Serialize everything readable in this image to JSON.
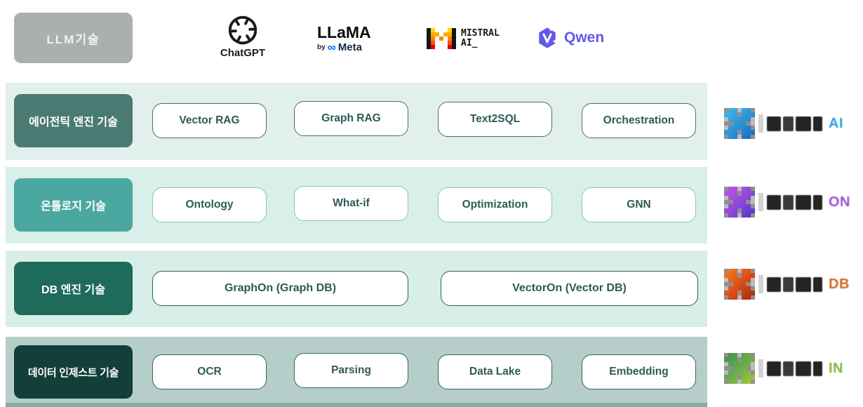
{
  "header": {
    "llm_label": "LLM기술",
    "logos": {
      "chatgpt": {
        "label": "ChatGPT"
      },
      "llama": {
        "title": "LLaMA",
        "by": "by",
        "infinity": "∞",
        "meta": "Meta"
      },
      "mistral": {
        "line1": "MISTRAL",
        "line2": "AI_"
      },
      "qwen": {
        "label": "Qwen"
      }
    }
  },
  "rows": [
    {
      "label": "에이전틱 엔진 기술",
      "buttons": [
        "Vector RAG",
        "Graph RAG",
        "Text2SQL",
        "Orchestration"
      ],
      "label_bg": "#4B7A73",
      "band_bg": "#E2F0ED"
    },
    {
      "label": "온톨로지 기술",
      "buttons": [
        "Ontology",
        "What-if",
        "Optimization",
        "GNN"
      ],
      "label_bg": "#4BA8A0",
      "band_bg": "#D8EFEA"
    },
    {
      "label": "DB 엔진 기술",
      "buttons": [
        "GraphOn (Graph DB)",
        "VectorOn (Vector DB)"
      ],
      "label_bg": "#1E6A5B",
      "band_bg": "#D8EEE9"
    },
    {
      "label": "데이터 인제스트 기술",
      "buttons": [
        "OCR",
        "Parsing",
        "Data Lake",
        "Embedding"
      ],
      "label_bg": "#123F39",
      "band_bg": "#B5CEC9"
    }
  ],
  "side_logos": [
    {
      "suffix": "AI",
      "color": "#2F9FD9",
      "icon_color": "blue"
    },
    {
      "suffix": "ON",
      "color": "#9B4FD8",
      "icon_color": "purple"
    },
    {
      "suffix": "DB",
      "color": "#D2691E",
      "icon_color": "orange"
    },
    {
      "suffix": "IN",
      "color": "#7AB83E",
      "icon_color": "green"
    }
  ]
}
